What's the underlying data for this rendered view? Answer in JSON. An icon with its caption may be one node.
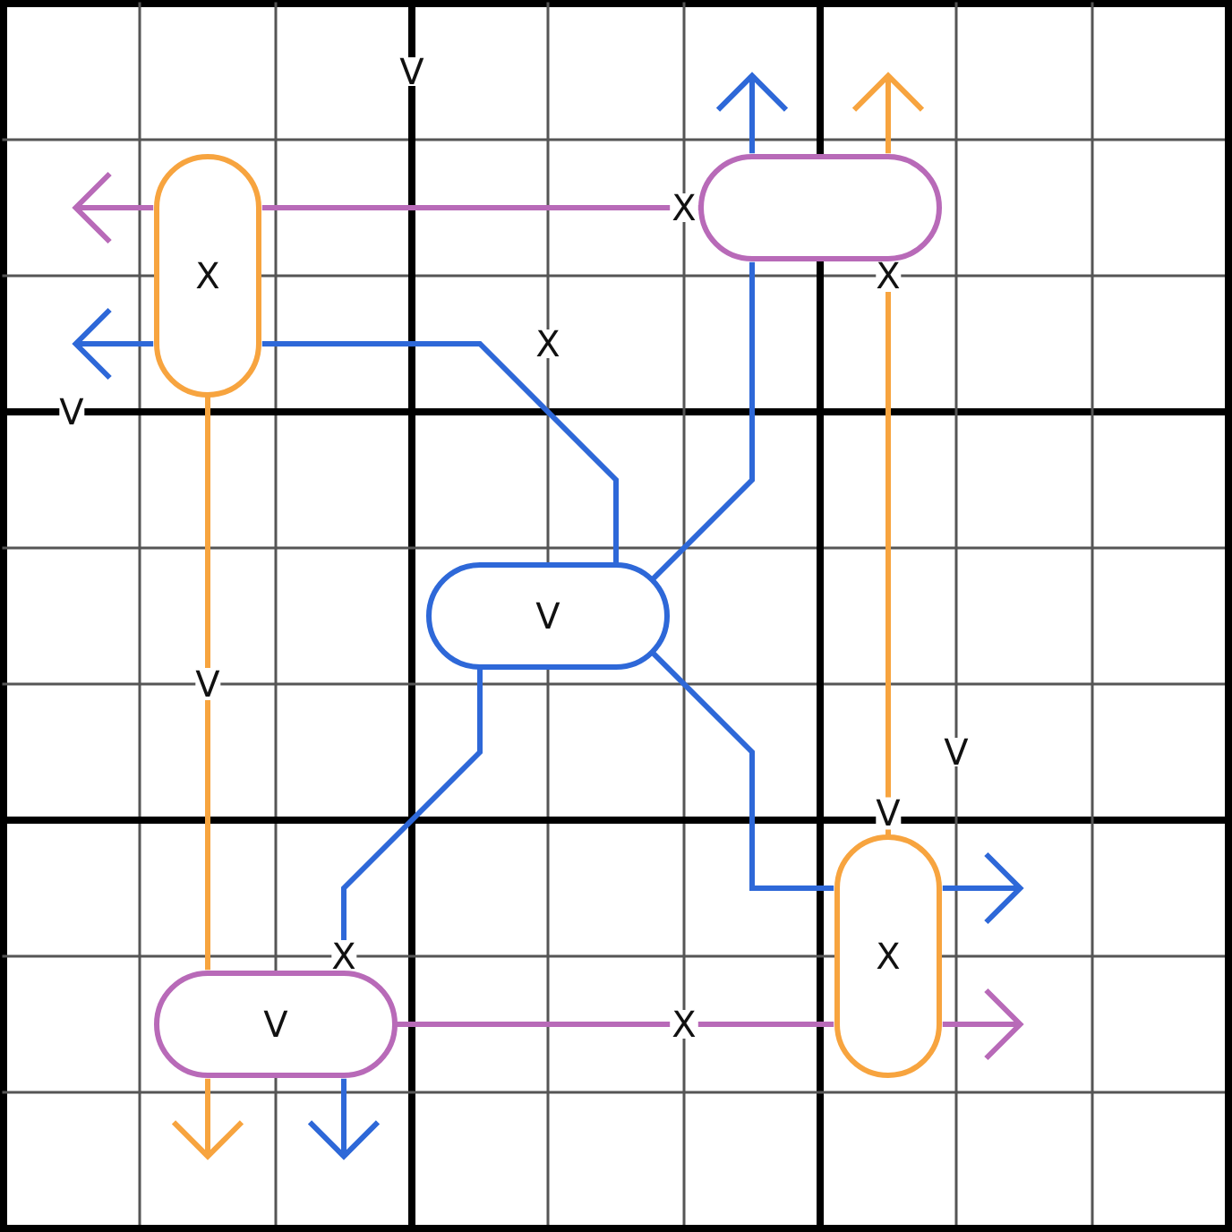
{
  "diagram": {
    "nodes": [
      {
        "text": [
          "X"
        ]
      },
      {
        "text": [],
        "shape": "box"
      },
      {
        "text": [
          "V"
        ]
      },
      {
        "text": [
          "V"
        ]
      },
      {
        "text": [
          "X"
        ]
      }
    ],
    "edges": [
      {
        "from": 0,
        "to": null,
        "arrow": "to",
        "color": "#f7a43f"
      },
      {
        "from": 1,
        "to": null,
        "arrow": "to",
        "color": "#b86ab8"
      },
      {
        "from": 2,
        "to": null,
        "arrow": "to"
      },
      {
        "from": 2,
        "to": null,
        "arrow": "to"
      },
      {
        "from": 2,
        "to": null,
        "arrow": "to"
      },
      {
        "from": 2,
        "to": null,
        "arrow": "to"
      },
      {
        "from": 3,
        "to": null,
        "arrow": "to",
        "color": "#b86ab8"
      },
      {
        "from": 4,
        "to": null,
        "arrow": "to",
        "color": "#f7a43f"
      }
    ],
    "labels": [
      "V",
      "X",
      "X",
      "X",
      "V",
      "V",
      "V",
      "V",
      "X",
      "X"
    ]
  }
}
